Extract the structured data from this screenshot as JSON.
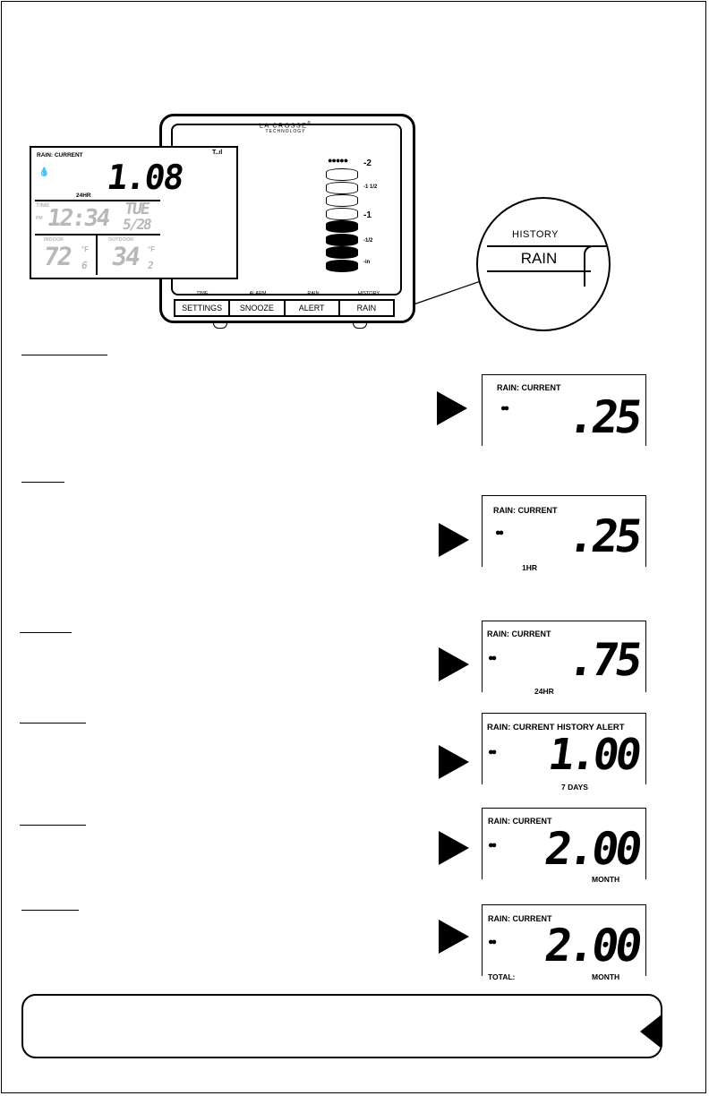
{
  "device": {
    "brand": "LA CROSSE",
    "brand_mark": "®",
    "brand_sub": "TECHNOLOGY",
    "lcd": {
      "rain_label": "RAIN: CURRENT",
      "rain_value": "1.08",
      "period": "24HR",
      "time_label": "TIME",
      "pm_label": "PM",
      "time_value": "12:34",
      "day": "TUE",
      "date": "5/28",
      "indoor_label": "INDOOR",
      "indoor_value": "72",
      "indoor_decimal": "6",
      "indoor_unit": "°F",
      "outdoor_label": "OUTDOOR",
      "outdoor_value": "34",
      "outdoor_decimal": "2",
      "outdoor_unit": "°F",
      "signal": "T..ıl",
      "scale": [
        "2",
        "1 1/2",
        "1",
        "1/2",
        "in"
      ],
      "rain_level_fraction": 0.54
    },
    "button_captions": [
      "TIME",
      "ALARM",
      "RAIN",
      "HISTORY"
    ],
    "buttons": [
      "SETTINGS",
      "SNOOZE",
      "ALERT",
      "RAIN"
    ]
  },
  "zoom": {
    "caption": "HISTORY",
    "button": "RAIN"
  },
  "panels": [
    {
      "label": "RAIN: CURRENT",
      "value": ".25",
      "sub": ""
    },
    {
      "label": "RAIN: CURRENT",
      "value": ".25",
      "sub": "1HR"
    },
    {
      "label": "RAIN: CURRENT",
      "value": ".75",
      "sub": "24HR"
    },
    {
      "label": "RAIN: CURRENT HISTORY ALERT",
      "value": "1.00",
      "sub": "7 DAYS"
    },
    {
      "label": "RAIN: CURRENT",
      "value": "2.00",
      "sub": "MONTH"
    },
    {
      "label": "RAIN: CURRENT",
      "value": "2.00",
      "sub": "MONTH",
      "prefix": "TOTAL:"
    }
  ],
  "raindrop_icon": "raindrop-icon"
}
